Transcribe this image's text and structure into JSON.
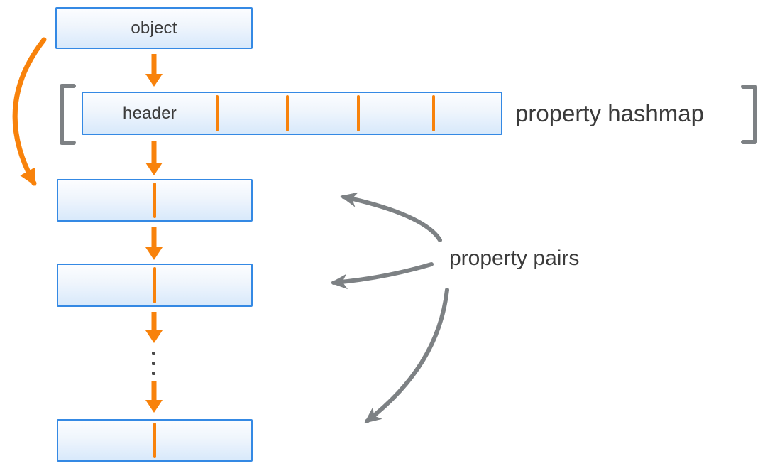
{
  "diagram": {
    "object": {
      "label": "object"
    },
    "hashmap": {
      "box_label": "header",
      "annotation": "property hashmap",
      "slot_divider_count": 4
    },
    "pairs": {
      "annotation": "property pairs",
      "visible_pair_count": 3,
      "ellipsis_dot_count": 3
    },
    "colors": {
      "accent_orange": "#f8820b",
      "box_border_blue": "#3489e4",
      "box_fill_top": "#fcfdff",
      "box_fill_bottom": "#d8e9fb",
      "annotation_gray": "#7d8184",
      "label_text": "#3b3b3b"
    }
  }
}
